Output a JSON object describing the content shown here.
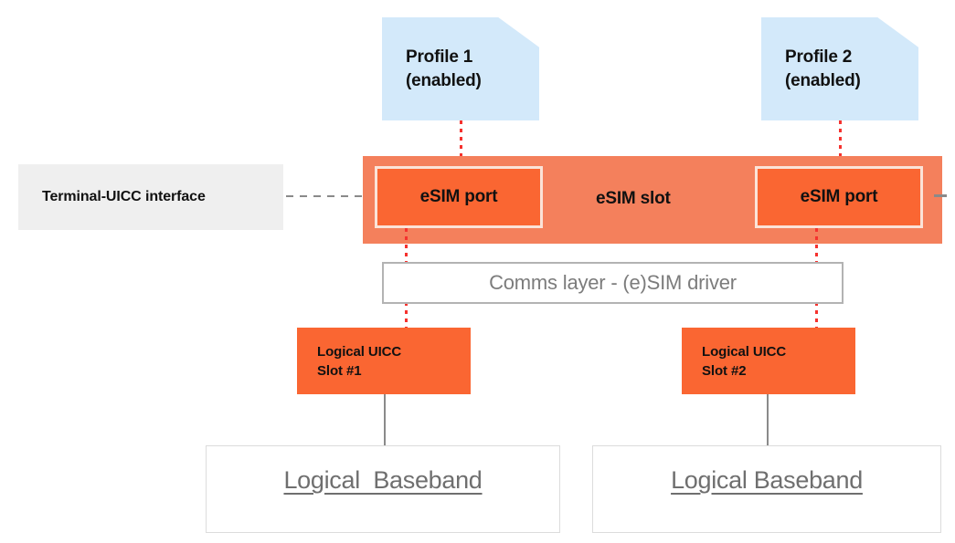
{
  "diagram": {
    "title": "eSIM slot, ports, profiles and baseband architecture",
    "colors": {
      "profile_fill": "#d3e9fa",
      "slot_fill": "#f4805c",
      "port_fill": "#fa6632",
      "port_border": "#fbe3d8",
      "uicc_slot_fill": "#fa6632",
      "terminal_fill": "#efefef",
      "comms_border": "#b3b3b3",
      "comms_text": "#7c7c7c",
      "baseband_border": "#dcdcdc",
      "baseband_text": "#6f6f6f",
      "dotted_connector": "#f5322e",
      "dashed_connector": "#8a8a8a",
      "solid_connector": "#8a8a8a"
    },
    "profiles": [
      {
        "line1": "Profile 1",
        "line2": "(enabled)"
      },
      {
        "line1": "Profile 2",
        "line2": "(enabled)"
      }
    ],
    "slot": {
      "label": "eSIM slot",
      "ports": [
        {
          "label": "eSIM port"
        },
        {
          "label": "eSIM port"
        }
      ]
    },
    "terminal_interface": {
      "label": "Terminal-UICC interface"
    },
    "comms_layer": {
      "label": "Comms layer - (e)SIM driver"
    },
    "uicc_slots": [
      {
        "label": "Logical UICC\nSlot #1"
      },
      {
        "label": "Logical UICC\nSlot #2"
      }
    ],
    "basebands": [
      {
        "label": "Logical  Baseband"
      },
      {
        "label": "Logical Baseband"
      }
    ]
  }
}
